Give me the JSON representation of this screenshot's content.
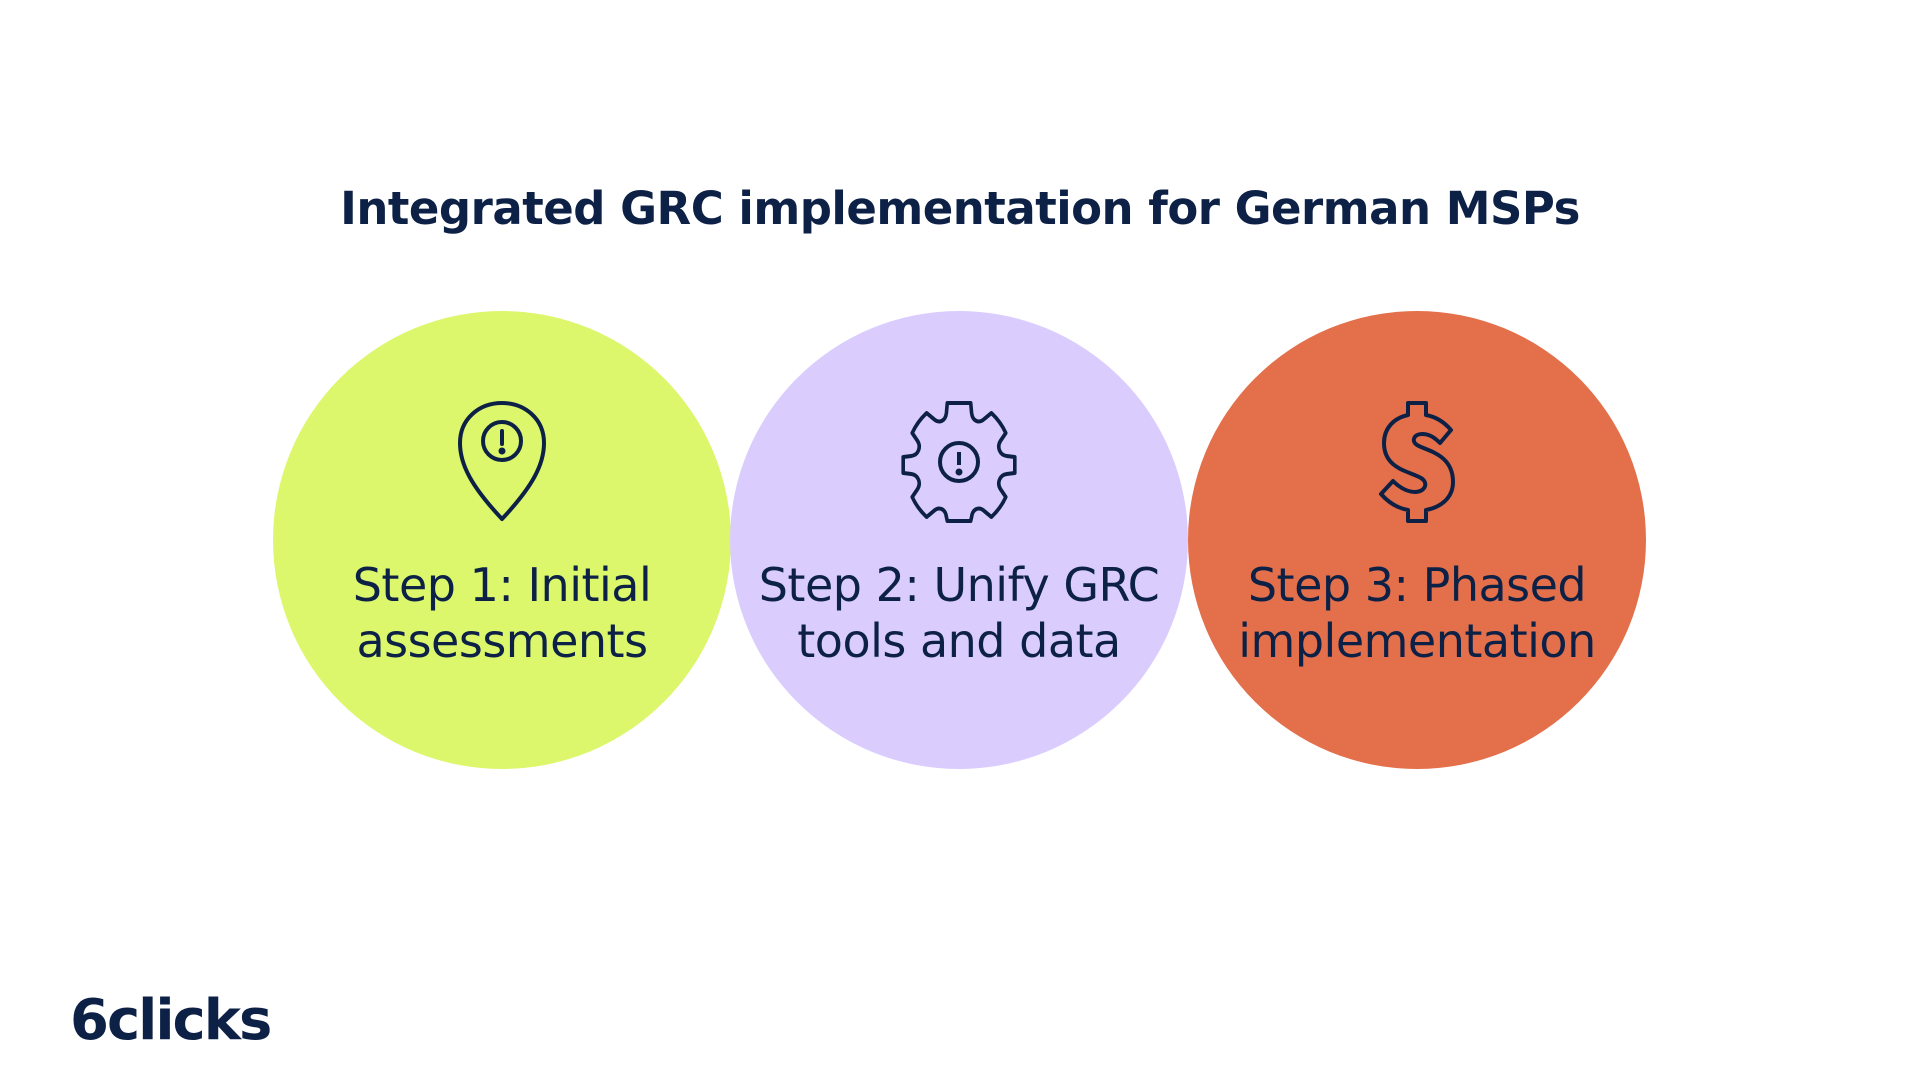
{
  "title": "Integrated GRC implementation for German MSPs",
  "steps": [
    {
      "label_line1": "Step 1: Initial",
      "label_line2": "assessments",
      "icon": "map-pin-alert-icon",
      "color": "#dcf76c"
    },
    {
      "label_line1": "Step 2: Unify GRC",
      "label_line2": "tools and data",
      "icon": "gear-alert-icon",
      "color": "#dacdfd"
    },
    {
      "label_line1": "Step 3: Phased",
      "label_line2": "implementation",
      "icon": "dollar-icon",
      "color": "#e3704a"
    }
  ],
  "logo": "6clicks"
}
